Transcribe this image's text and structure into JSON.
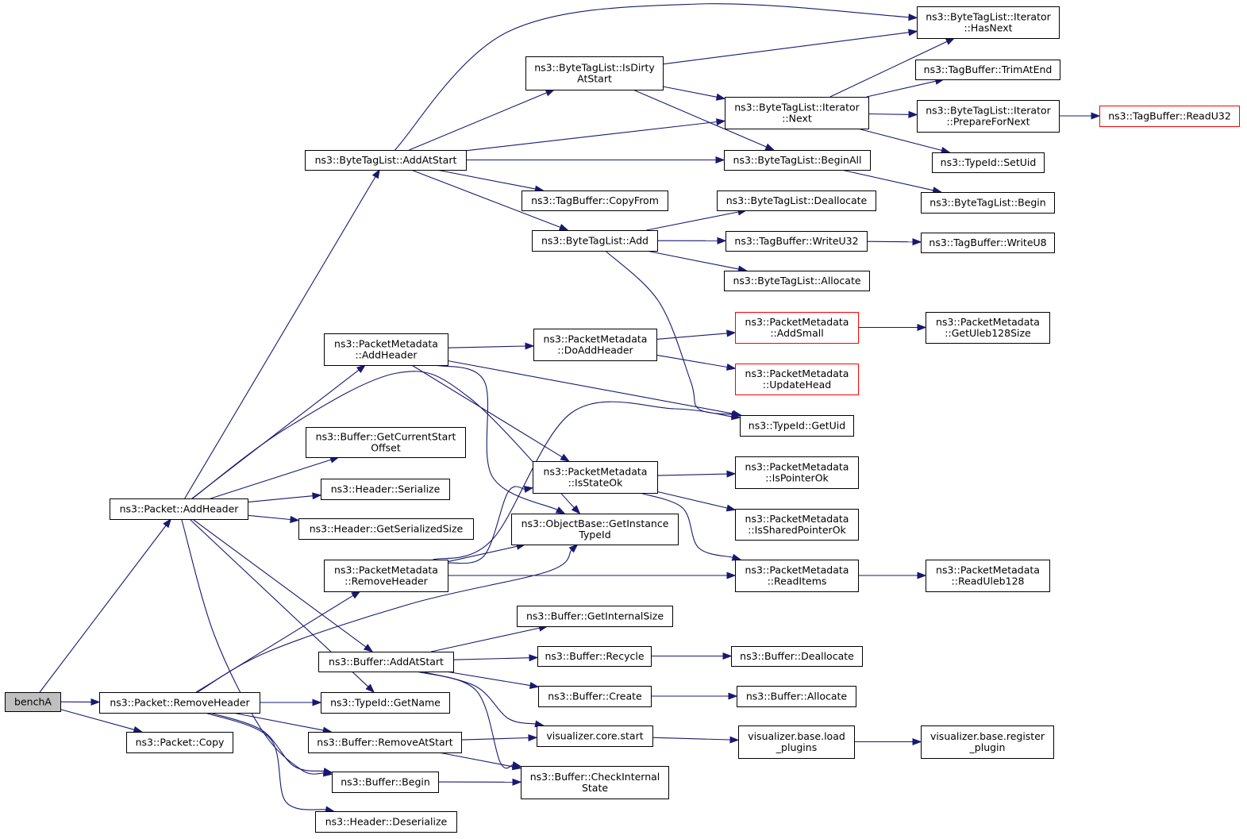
{
  "colors": {
    "edge": "#191970",
    "node_border": "#000000",
    "truncated_border": "#ff0000",
    "root_fill": "#bfbfbf",
    "node_fill": "#ffffff"
  },
  "nodes": [
    {
      "id": "benchA",
      "lines": [
        "benchA"
      ],
      "root": true
    },
    {
      "id": "packet_addheader",
      "lines": [
        "ns3::Packet::AddHeader"
      ]
    },
    {
      "id": "packet_removeheader",
      "lines": [
        "ns3::Packet::RemoveHeader"
      ]
    },
    {
      "id": "packet_copy",
      "lines": [
        "ns3::Packet::Copy"
      ]
    },
    {
      "id": "btl_addatstart",
      "lines": [
        "ns3::ByteTagList::AddAtStart"
      ]
    },
    {
      "id": "pm_addheader",
      "lines": [
        "ns3::PacketMetadata",
        "::AddHeader"
      ]
    },
    {
      "id": "buf_getcurrentstartoffset",
      "lines": [
        "ns3::Buffer::GetCurrentStart",
        "Offset"
      ]
    },
    {
      "id": "header_serialize",
      "lines": [
        "ns3::Header::Serialize"
      ]
    },
    {
      "id": "header_getserializedsize",
      "lines": [
        "ns3::Header::GetSerializedSize"
      ]
    },
    {
      "id": "pm_removeheader",
      "lines": [
        "ns3::PacketMetadata",
        "::RemoveHeader"
      ]
    },
    {
      "id": "buf_addatstart",
      "lines": [
        "ns3::Buffer::AddAtStart"
      ]
    },
    {
      "id": "typeid_getname",
      "lines": [
        "ns3::TypeId::GetName"
      ]
    },
    {
      "id": "buf_removeatstart",
      "lines": [
        "ns3::Buffer::RemoveAtStart"
      ]
    },
    {
      "id": "buf_begin",
      "lines": [
        "ns3::Buffer::Begin"
      ]
    },
    {
      "id": "header_deserialize",
      "lines": [
        "ns3::Header::Deserialize"
      ]
    },
    {
      "id": "btl_isdirtyatstart",
      "lines": [
        "ns3::ByteTagList::IsDirty",
        "AtStart"
      ]
    },
    {
      "id": "tb_copyfrom",
      "lines": [
        "ns3::TagBuffer::CopyFrom"
      ]
    },
    {
      "id": "btl_add",
      "lines": [
        "ns3::ByteTagList::Add"
      ]
    },
    {
      "id": "pm_doaddheader",
      "lines": [
        "ns3::PacketMetadata",
        "::DoAddHeader"
      ]
    },
    {
      "id": "pm_isstateok",
      "lines": [
        "ns3::PacketMetadata",
        "::IsStateOk"
      ]
    },
    {
      "id": "objbase_getinstancetypeid",
      "lines": [
        "ns3::ObjectBase::GetInstance",
        "TypeId"
      ]
    },
    {
      "id": "buf_getinternalsize",
      "lines": [
        "ns3::Buffer::GetInternalSize"
      ]
    },
    {
      "id": "buf_recycle",
      "lines": [
        "ns3::Buffer::Recycle"
      ]
    },
    {
      "id": "buf_create",
      "lines": [
        "ns3::Buffer::Create"
      ]
    },
    {
      "id": "vis_core_start",
      "lines": [
        "visualizer.core.start"
      ]
    },
    {
      "id": "buf_checkinternalstate",
      "lines": [
        "ns3::Buffer::CheckInternal",
        "State"
      ]
    },
    {
      "id": "btli_hasnext",
      "lines": [
        "ns3::ByteTagList::Iterator",
        "::HasNext"
      ]
    },
    {
      "id": "btli_next",
      "lines": [
        "ns3::ByteTagList::Iterator",
        "::Next"
      ]
    },
    {
      "id": "btl_beginall",
      "lines": [
        "ns3::ByteTagList::BeginAll"
      ]
    },
    {
      "id": "btl_deallocate",
      "lines": [
        "ns3::ByteTagList::Deallocate"
      ]
    },
    {
      "id": "tb_writeu32",
      "lines": [
        "ns3::TagBuffer::WriteU32"
      ]
    },
    {
      "id": "btl_allocate",
      "lines": [
        "ns3::ByteTagList::Allocate"
      ]
    },
    {
      "id": "pm_addsmall",
      "lines": [
        "ns3::PacketMetadata",
        "::AddSmall"
      ],
      "truncated": true
    },
    {
      "id": "pm_updatehead",
      "lines": [
        "ns3::PacketMetadata",
        "::UpdateHead"
      ],
      "truncated": true
    },
    {
      "id": "typeid_getuid",
      "lines": [
        "ns3::TypeId::GetUid"
      ]
    },
    {
      "id": "pm_ispointerok",
      "lines": [
        "ns3::PacketMetadata",
        "::IsPointerOk"
      ]
    },
    {
      "id": "pm_issharedpointerok",
      "lines": [
        "ns3::PacketMetadata",
        "::IsSharedPointerOk"
      ]
    },
    {
      "id": "pm_readitems",
      "lines": [
        "ns3::PacketMetadata",
        "::ReadItems"
      ]
    },
    {
      "id": "buf_deallocate",
      "lines": [
        "ns3::Buffer::Deallocate"
      ]
    },
    {
      "id": "buf_allocate",
      "lines": [
        "ns3::Buffer::Allocate"
      ]
    },
    {
      "id": "vis_base_loadplugins",
      "lines": [
        "visualizer.base.load",
        "_plugins"
      ]
    },
    {
      "id": "tb_trimatend",
      "lines": [
        "ns3::TagBuffer::TrimAtEnd"
      ]
    },
    {
      "id": "btli_prepurefornext",
      "lines": [
        "ns3::ByteTagList::Iterator",
        "::PrepareForNext"
      ]
    },
    {
      "id": "typeid_setuid",
      "lines": [
        "ns3::TypeId::SetUid"
      ]
    },
    {
      "id": "btl_begin",
      "lines": [
        "ns3::ByteTagList::Begin"
      ]
    },
    {
      "id": "tb_writeu8",
      "lines": [
        "ns3::TagBuffer::WriteU8"
      ]
    },
    {
      "id": "pm_getuleb128size",
      "lines": [
        "ns3::PacketMetadata",
        "::GetUleb128Size"
      ]
    },
    {
      "id": "pm_readuleb128",
      "lines": [
        "ns3::PacketMetadata",
        "::ReadUleb128"
      ]
    },
    {
      "id": "vis_base_registerplugin",
      "lines": [
        "visualizer.base.register",
        "_plugin"
      ]
    },
    {
      "id": "tb_readu32",
      "lines": [
        "ns3::TagBuffer::ReadU32"
      ],
      "truncated": true
    }
  ],
  "edges": [
    [
      "benchA",
      "packet_addheader"
    ],
    [
      "benchA",
      "packet_removeheader"
    ],
    [
      "benchA",
      "packet_copy"
    ],
    [
      "packet_addheader",
      "btl_addatstart"
    ],
    [
      "packet_addheader",
      "pm_addheader"
    ],
    [
      "packet_addheader",
      "objbase_getinstancetypeid"
    ],
    [
      "packet_addheader",
      "buf_getcurrentstartoffset"
    ],
    [
      "packet_addheader",
      "header_serialize"
    ],
    [
      "packet_addheader",
      "header_getserializedsize"
    ],
    [
      "packet_addheader",
      "buf_addatstart"
    ],
    [
      "packet_addheader",
      "typeid_getname"
    ],
    [
      "packet_addheader",
      "buf_begin"
    ],
    [
      "packet_removeheader",
      "pm_removeheader"
    ],
    [
      "packet_removeheader",
      "objbase_getinstancetypeid"
    ],
    [
      "packet_removeheader",
      "typeid_getname"
    ],
    [
      "packet_removeheader",
      "buf_removeatstart"
    ],
    [
      "packet_removeheader",
      "buf_begin"
    ],
    [
      "packet_removeheader",
      "header_deserialize"
    ],
    [
      "btl_addatstart",
      "btli_hasnext"
    ],
    [
      "btl_addatstart",
      "btl_isdirtyatstart"
    ],
    [
      "btl_addatstart",
      "btli_next"
    ],
    [
      "btl_addatstart",
      "btl_beginall"
    ],
    [
      "btl_addatstart",
      "tb_copyfrom"
    ],
    [
      "btl_addatstart",
      "btl_add"
    ],
    [
      "btl_isdirtyatstart",
      "btli_hasnext"
    ],
    [
      "btl_isdirtyatstart",
      "btli_next"
    ],
    [
      "btl_isdirtyatstart",
      "btl_beginall"
    ],
    [
      "btli_next",
      "btli_hasnext"
    ],
    [
      "btli_next",
      "tb_trimatend"
    ],
    [
      "btli_next",
      "btli_prepurefornext"
    ],
    [
      "btli_next",
      "typeid_setuid"
    ],
    [
      "btli_prepurefornext",
      "tb_readu32"
    ],
    [
      "btl_beginall",
      "btl_begin"
    ],
    [
      "btl_add",
      "btl_deallocate"
    ],
    [
      "btl_add",
      "tb_writeu32"
    ],
    [
      "btl_add",
      "btl_allocate"
    ],
    [
      "btl_add",
      "typeid_getuid"
    ],
    [
      "tb_writeu32",
      "tb_writeu8"
    ],
    [
      "pm_addheader",
      "pm_doaddheader"
    ],
    [
      "pm_addheader",
      "typeid_getuid"
    ],
    [
      "pm_addheader",
      "pm_isstateok"
    ],
    [
      "pm_addheader",
      "objbase_getinstancetypeid"
    ],
    [
      "pm_doaddheader",
      "pm_addsmall"
    ],
    [
      "pm_doaddheader",
      "pm_updatehead"
    ],
    [
      "pm_addsmall",
      "pm_getuleb128size"
    ],
    [
      "pm_isstateok",
      "pm_ispointerok"
    ],
    [
      "pm_isstateok",
      "pm_issharedpointerok"
    ],
    [
      "pm_isstateok",
      "pm_readitems"
    ],
    [
      "pm_readitems",
      "pm_readuleb128"
    ],
    [
      "pm_removeheader",
      "typeid_getuid"
    ],
    [
      "pm_removeheader",
      "pm_isstateok"
    ],
    [
      "pm_removeheader",
      "objbase_getinstancetypeid"
    ],
    [
      "pm_removeheader",
      "pm_readitems"
    ],
    [
      "buf_addatstart",
      "buf_getinternalsize"
    ],
    [
      "buf_addatstart",
      "buf_recycle"
    ],
    [
      "buf_addatstart",
      "buf_create"
    ],
    [
      "buf_addatstart",
      "vis_core_start"
    ],
    [
      "buf_addatstart",
      "buf_checkinternalstate"
    ],
    [
      "buf_recycle",
      "buf_deallocate"
    ],
    [
      "buf_create",
      "buf_allocate"
    ],
    [
      "vis_core_start",
      "vis_base_loadplugins"
    ],
    [
      "vis_base_loadplugins",
      "vis_base_registerplugin"
    ],
    [
      "buf_removeatstart",
      "vis_core_start"
    ],
    [
      "buf_removeatstart",
      "buf_checkinternalstate"
    ],
    [
      "buf_begin",
      "buf_checkinternalstate"
    ]
  ]
}
